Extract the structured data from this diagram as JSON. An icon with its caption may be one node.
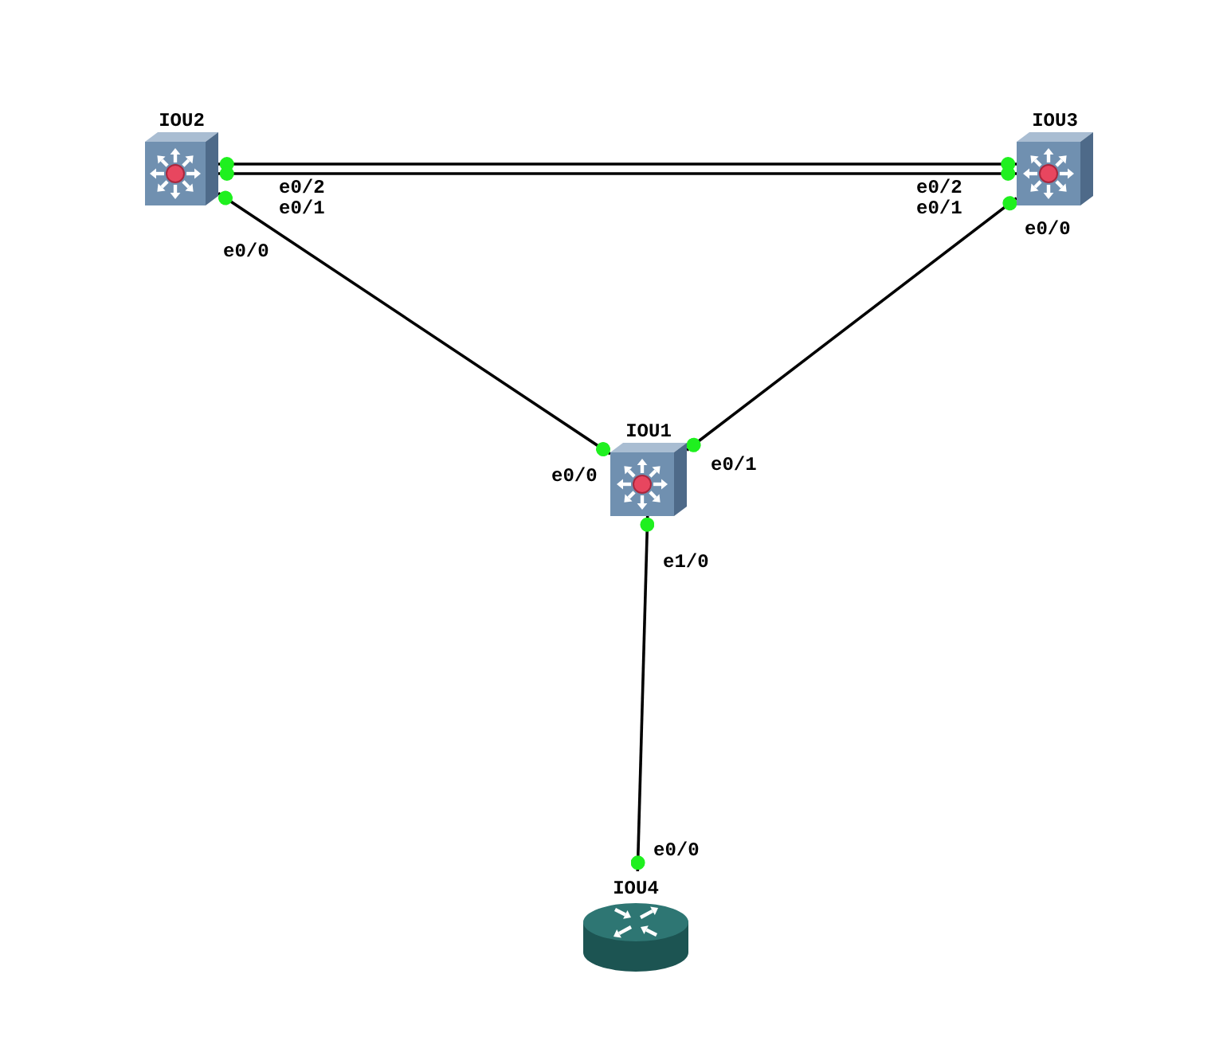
{
  "diagram": {
    "nodes": [
      {
        "text": [
          "IOU2"
        ]
      },
      {
        "text": [
          "IOU3"
        ]
      },
      {
        "text": [
          "IOU1"
        ]
      },
      {
        "text": [
          "IOU4"
        ]
      }
    ],
    "edges": [
      {
        "from": 0,
        "to": 1,
        "arrow": "other"
      },
      {
        "from": 0,
        "to": 1,
        "arrow": "other"
      },
      {
        "from": 0,
        "to": 2,
        "arrow": "other"
      },
      {
        "from": 1,
        "to": 2,
        "arrow": "other"
      },
      {
        "from": 2,
        "to": 3,
        "arrow": "other"
      }
    ],
    "labels": [
      "e0/2",
      "e0/1",
      "e0/2",
      "e0/1",
      "e0/0",
      "e0/0",
      "e0/0",
      "e0/1",
      "e1/0",
      "e0/0"
    ]
  }
}
